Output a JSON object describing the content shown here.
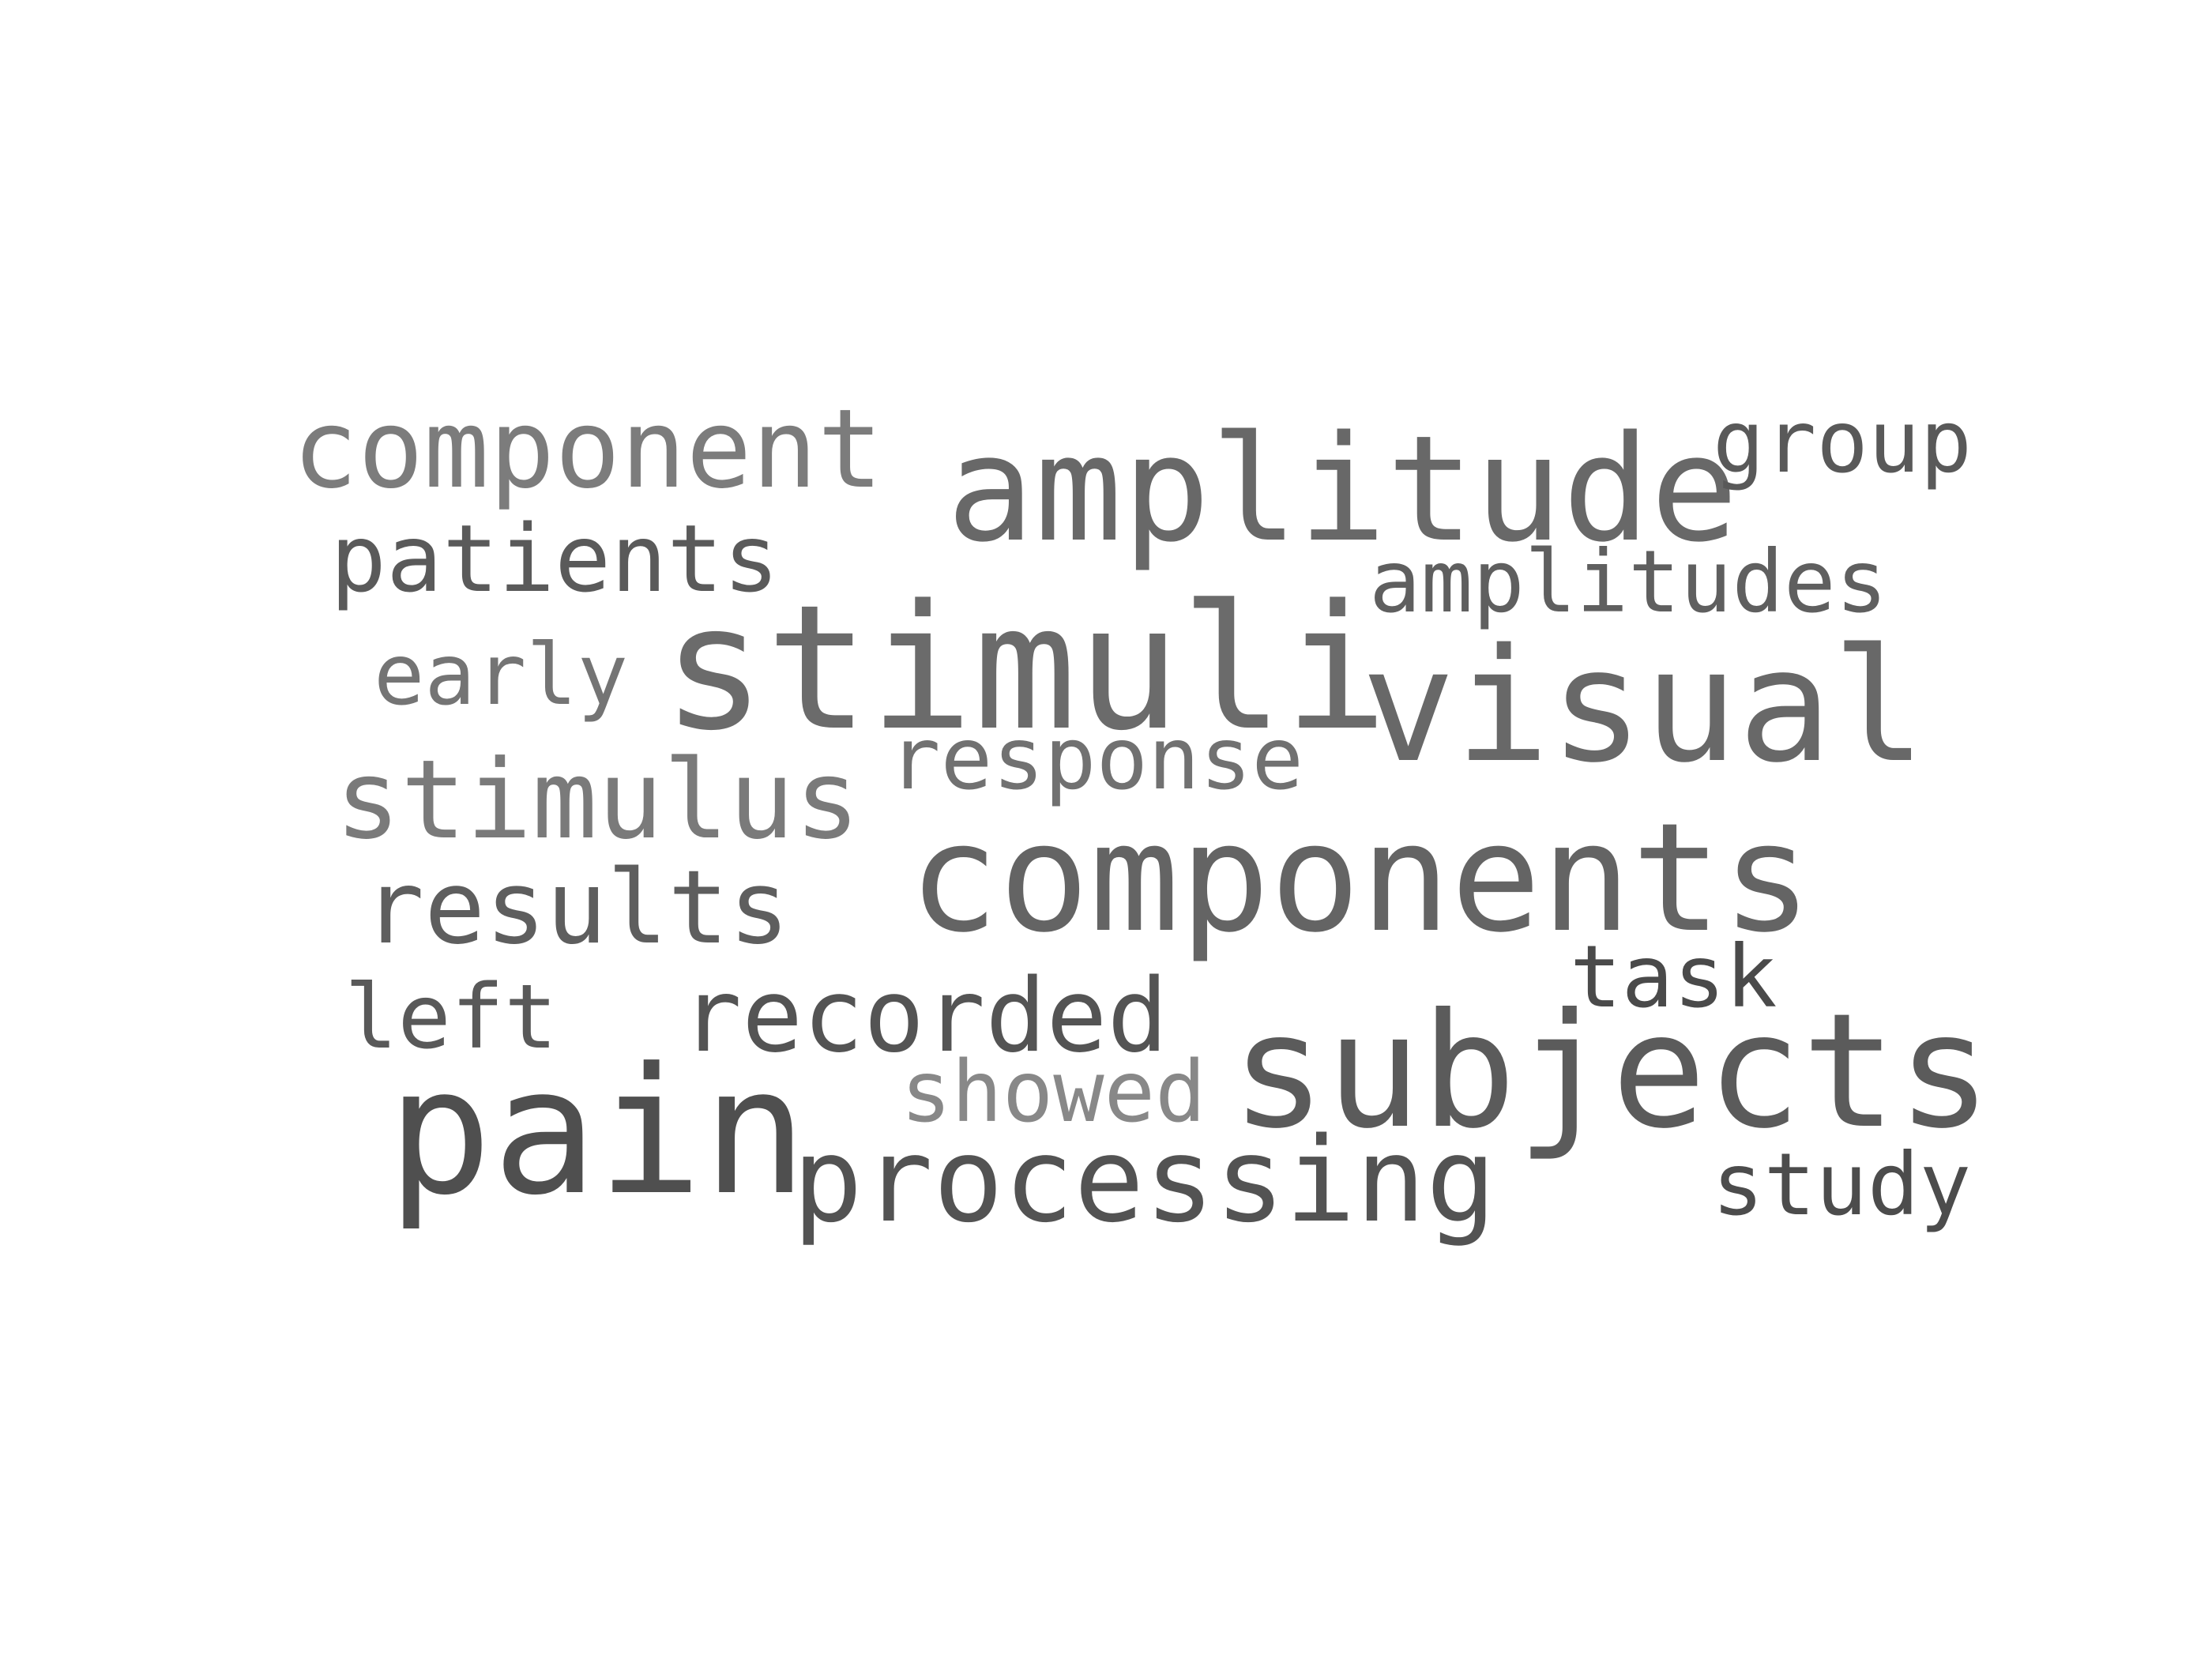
{
  "words": [
    {
      "key": "component",
      "text": "component",
      "color": "#7c7c7c"
    },
    {
      "key": "amplitude",
      "text": "amplitude",
      "color": "#686868"
    },
    {
      "key": "group",
      "text": "group",
      "color": "#595959"
    },
    {
      "key": "patients",
      "text": "patients",
      "color": "#5a5a5a"
    },
    {
      "key": "amplitudes",
      "text": "amplitudes",
      "color": "#5f5f5f"
    },
    {
      "key": "early",
      "text": "early",
      "color": "#747474"
    },
    {
      "key": "stimuli",
      "text": "stimuli",
      "color": "#6b6b6b"
    },
    {
      "key": "visual",
      "text": "visual",
      "color": "#686868"
    },
    {
      "key": "response",
      "text": "response",
      "color": "#717171"
    },
    {
      "key": "stimulus",
      "text": "stimulus",
      "color": "#7a7a7a"
    },
    {
      "key": "components",
      "text": "components",
      "color": "#646464"
    },
    {
      "key": "results",
      "text": "results",
      "color": "#5e5e5e"
    },
    {
      "key": "task",
      "text": "task",
      "color": "#4a4a4a"
    },
    {
      "key": "left",
      "text": "left",
      "color": "#595959"
    },
    {
      "key": "recorded",
      "text": "recorded",
      "color": "#545454"
    },
    {
      "key": "subjects",
      "text": "subjects",
      "color": "#5b5b5b"
    },
    {
      "key": "showed",
      "text": "showed",
      "color": "#888888"
    },
    {
      "key": "pain",
      "text": "pain",
      "color": "#4f4f4f"
    },
    {
      "key": "processing",
      "text": "processing",
      "color": "#535353"
    },
    {
      "key": "study",
      "text": "study",
      "color": "#4c4c4c"
    }
  ]
}
